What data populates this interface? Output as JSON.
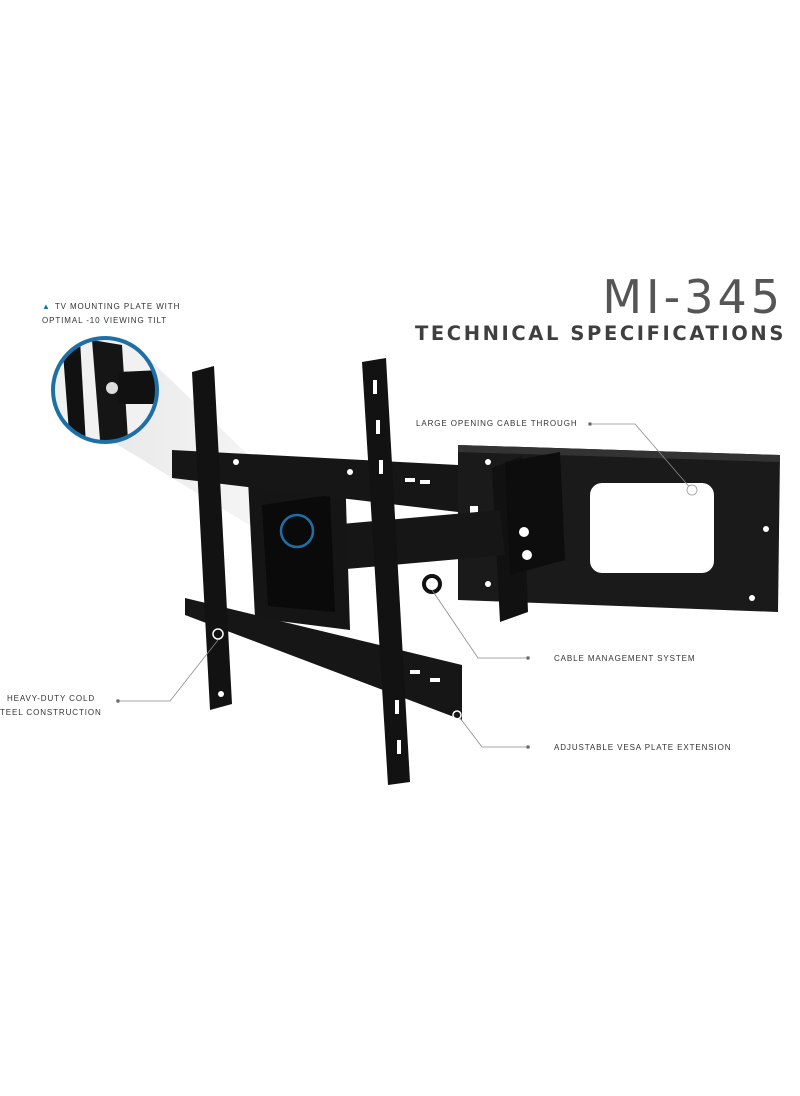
{
  "header": {
    "model": "MI-345",
    "subtitle": "TECHNICAL SPECIFICATIONS"
  },
  "callouts": {
    "tilt_line1": "TV MOUNTING PLATE WITH",
    "tilt_line2": "OPTIMAL -10 VIEWING TILT",
    "cable_through": "LARGE OPENING CABLE THROUGH",
    "cable_management": "CABLE MANAGEMENT SYSTEM",
    "construction_line1": "HEAVY-DUTY COLD",
    "construction_line2": "TEEL CONSTRUCTION",
    "vesa_extension": "ADJUSTABLE VESA PLATE EXTENSION"
  },
  "icons": {
    "tilt_marker": "triangle-icon"
  },
  "colors": {
    "accent": "#1e6fa6",
    "mount": "#141414",
    "text": "#333333"
  }
}
